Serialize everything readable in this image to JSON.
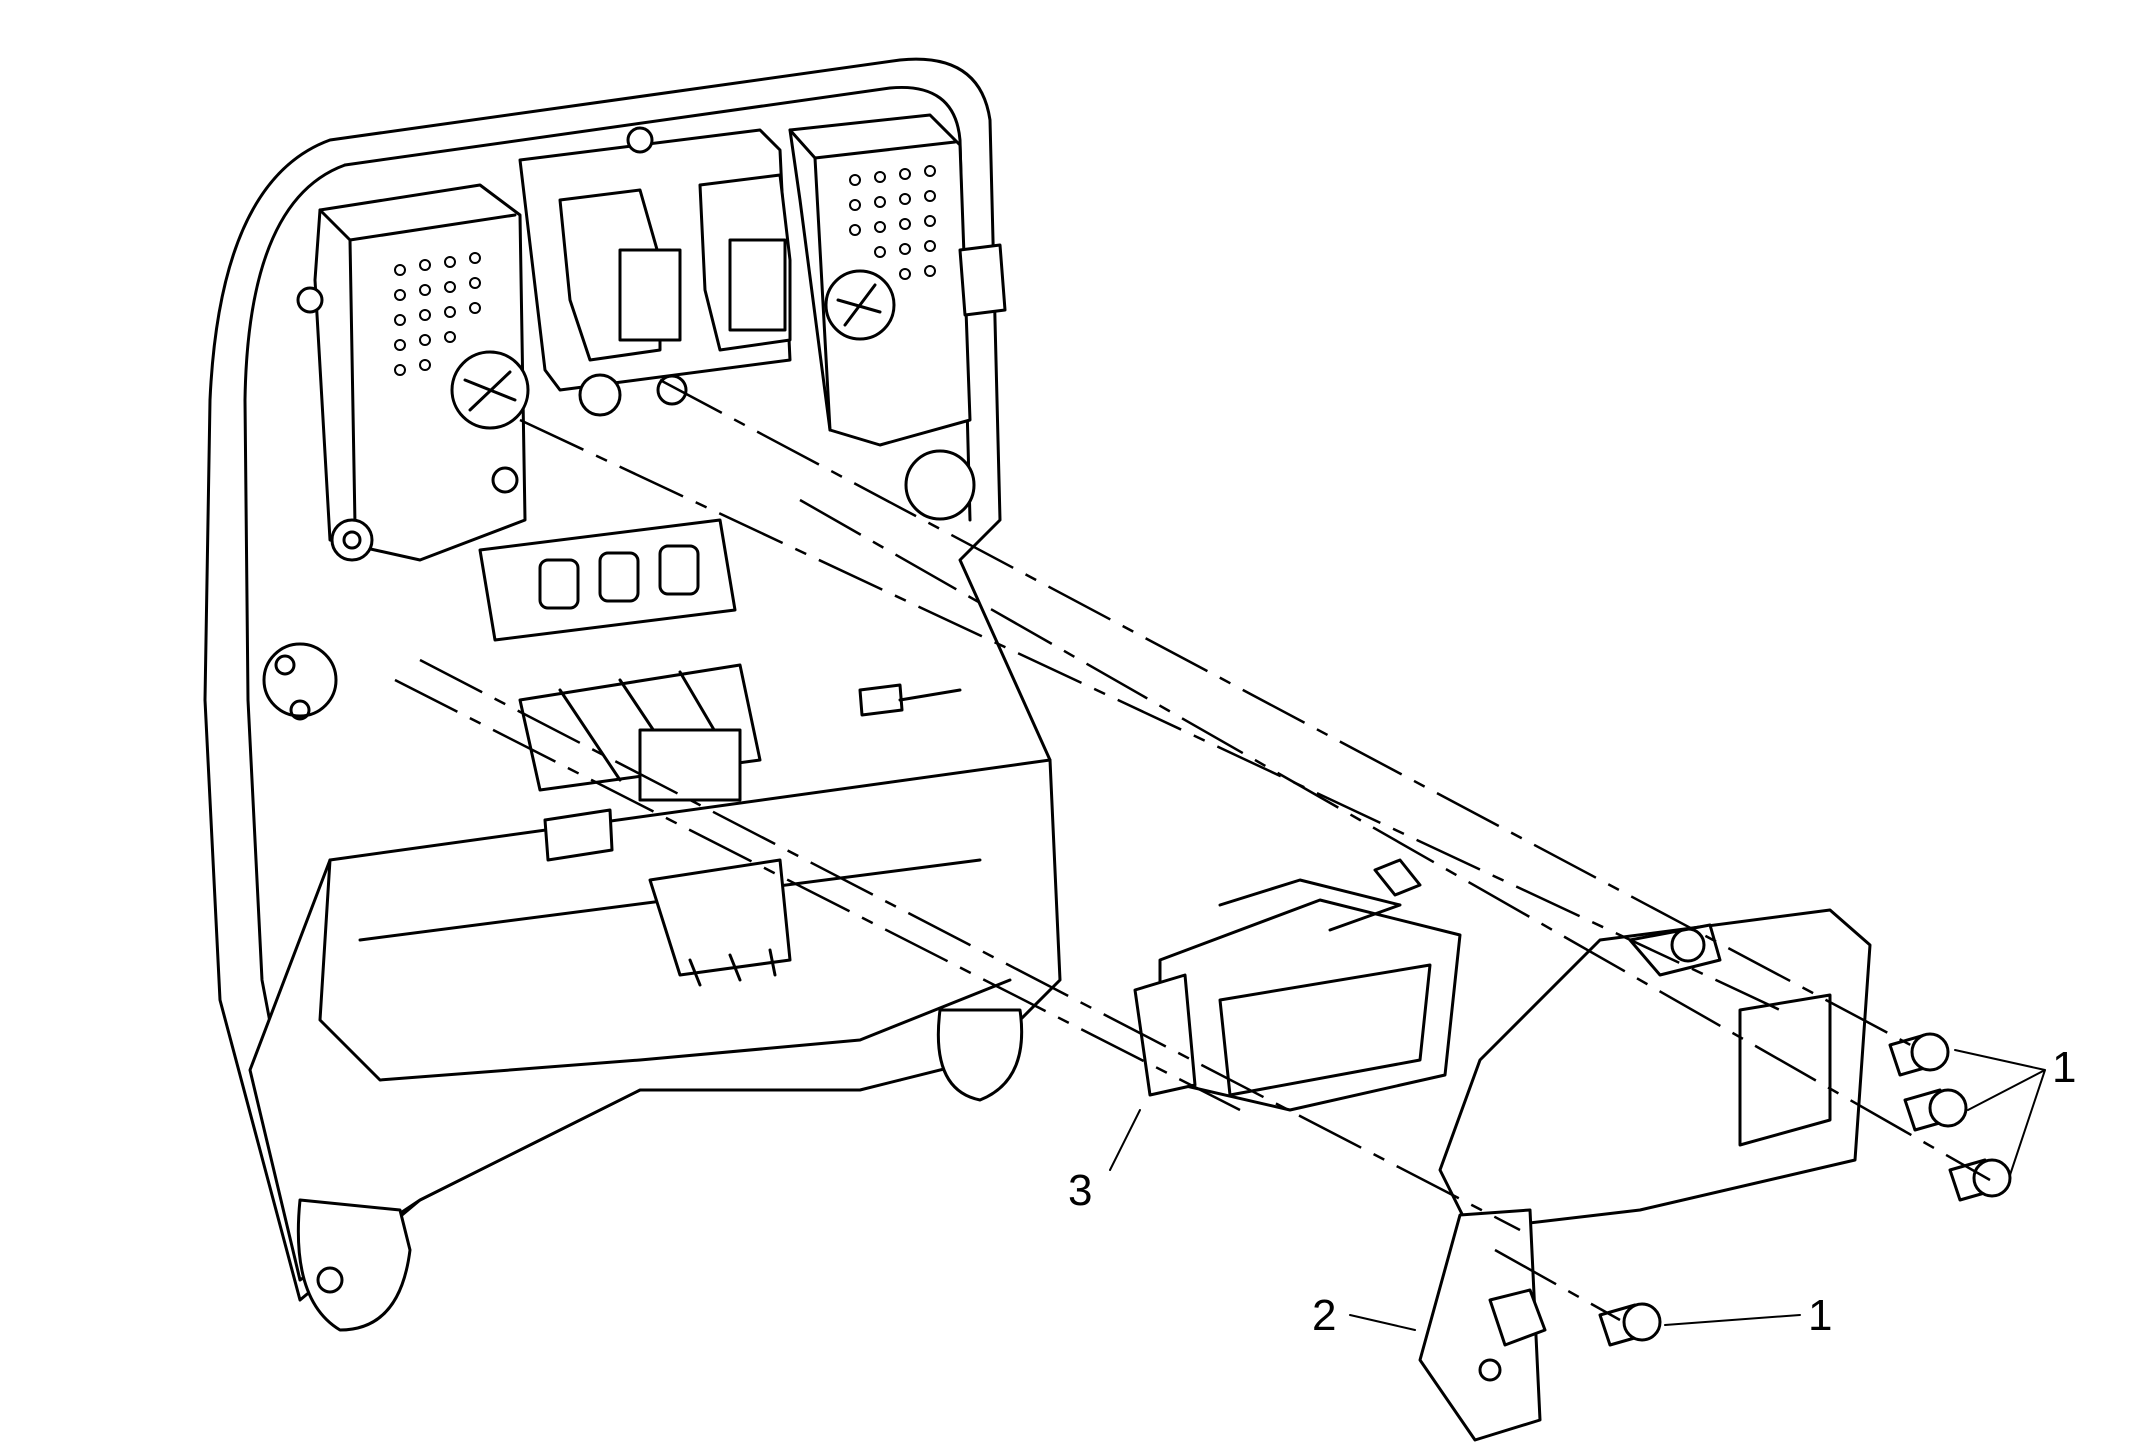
{
  "diagram": {
    "type": "exploded-assembly-illustration",
    "callouts": [
      {
        "id": "fastener-group-right",
        "label": "1"
      },
      {
        "id": "fastener-single",
        "label": "1"
      },
      {
        "id": "cover-bracket",
        "label": "2"
      },
      {
        "id": "module",
        "label": "3"
      }
    ]
  }
}
